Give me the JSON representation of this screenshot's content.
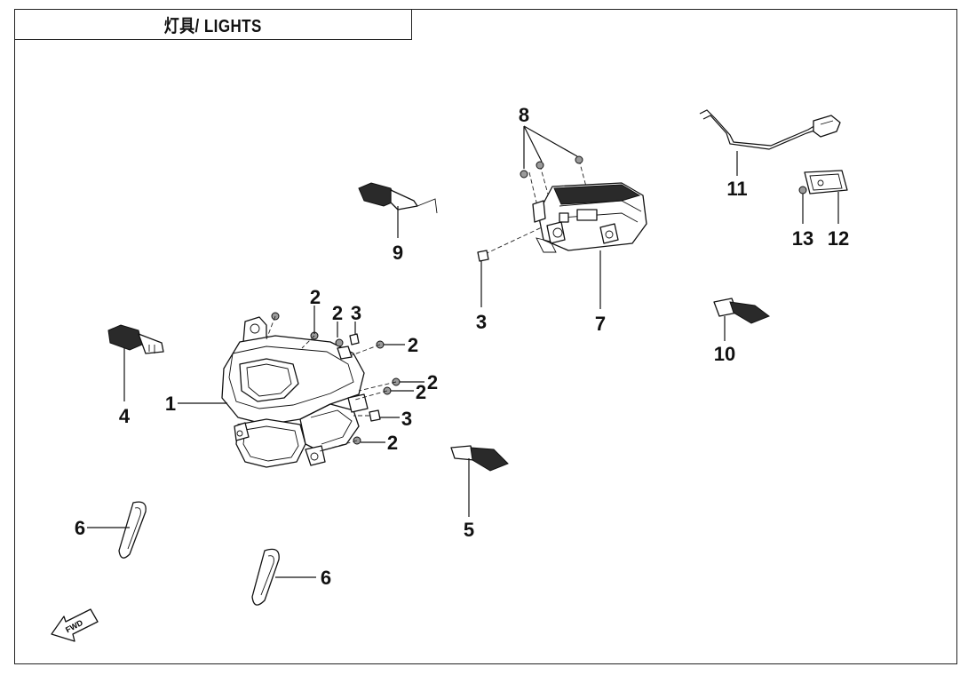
{
  "title": "灯具/ LIGHTS",
  "labels": {
    "l1": "1",
    "l2a": "2",
    "l2b": "2",
    "l2c": "2",
    "l2d": "2",
    "l2e": "2",
    "l2f": "2",
    "l3a": "3",
    "l3b": "3",
    "l3c": "3",
    "l4": "4",
    "l5": "5",
    "l6a": "6",
    "l6b": "6",
    "l7": "7",
    "l8": "8",
    "l9": "9",
    "l10": "10",
    "l11": "11",
    "l12": "12",
    "l13": "13"
  },
  "fwd_label": "FWD"
}
